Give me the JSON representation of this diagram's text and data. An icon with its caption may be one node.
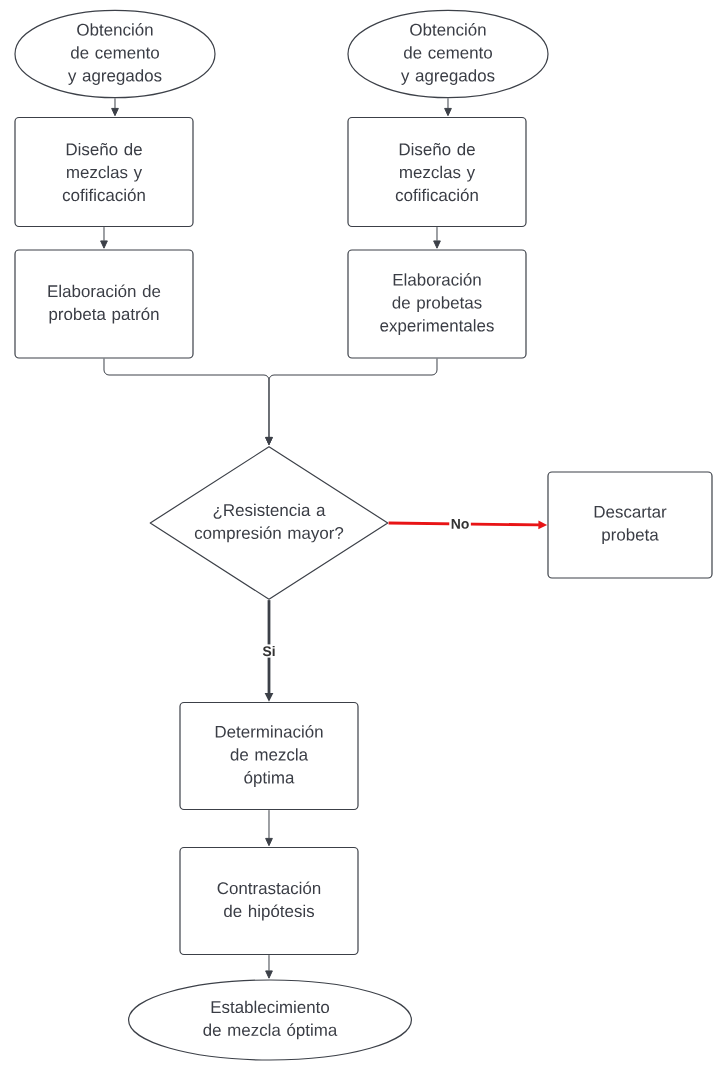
{
  "diagram": {
    "nodes": [
      {
        "text": [
          "Obtención de cemento y agregados"
        ]
      },
      {
        "text": [
          "Diseño de mezclas y cofificación"
        ]
      },
      {
        "text": [
          "Elaboración de probeta patrón"
        ]
      },
      {
        "text": [
          "Obtención de cemento y agregados"
        ]
      },
      {
        "text": [
          "Diseño de mezclas y cofificación"
        ]
      },
      {
        "text": [
          "Elaboración de probetas experimentales"
        ]
      },
      {
        "text": [
          "¿Resistencia a compresión mayor?"
        ]
      },
      {
        "text": [
          "Descartar probeta"
        ]
      },
      {
        "text": [
          "Determinación de mezcla óptima"
        ]
      },
      {
        "text": [
          "Contrastación de hipótesis"
        ]
      },
      {
        "text": [
          "Establecimiento de mezcla óptima"
        ]
      }
    ],
    "edges": [
      {
        "from": 0,
        "to": 1,
        "arrow": "to"
      },
      {
        "from": 1,
        "to": 2,
        "arrow": "to"
      },
      {
        "from": 3,
        "to": 4,
        "arrow": "to"
      },
      {
        "from": 4,
        "to": 5,
        "arrow": "to"
      },
      {
        "from": 2,
        "to": 6,
        "arrow": "to"
      },
      {
        "from": 5,
        "to": 6,
        "arrow": "to"
      },
      {
        "from": 6,
        "to": 7,
        "arrow": "to",
        "label": "No",
        "style": "thick",
        "color": "#e81416"
      },
      {
        "from": 6,
        "to": 8,
        "arrow": "to",
        "label": "Si",
        "style": "thick"
      },
      {
        "from": 8,
        "to": 9,
        "arrow": "to"
      },
      {
        "from": 9,
        "to": 10,
        "arrow": "to"
      }
    ]
  }
}
